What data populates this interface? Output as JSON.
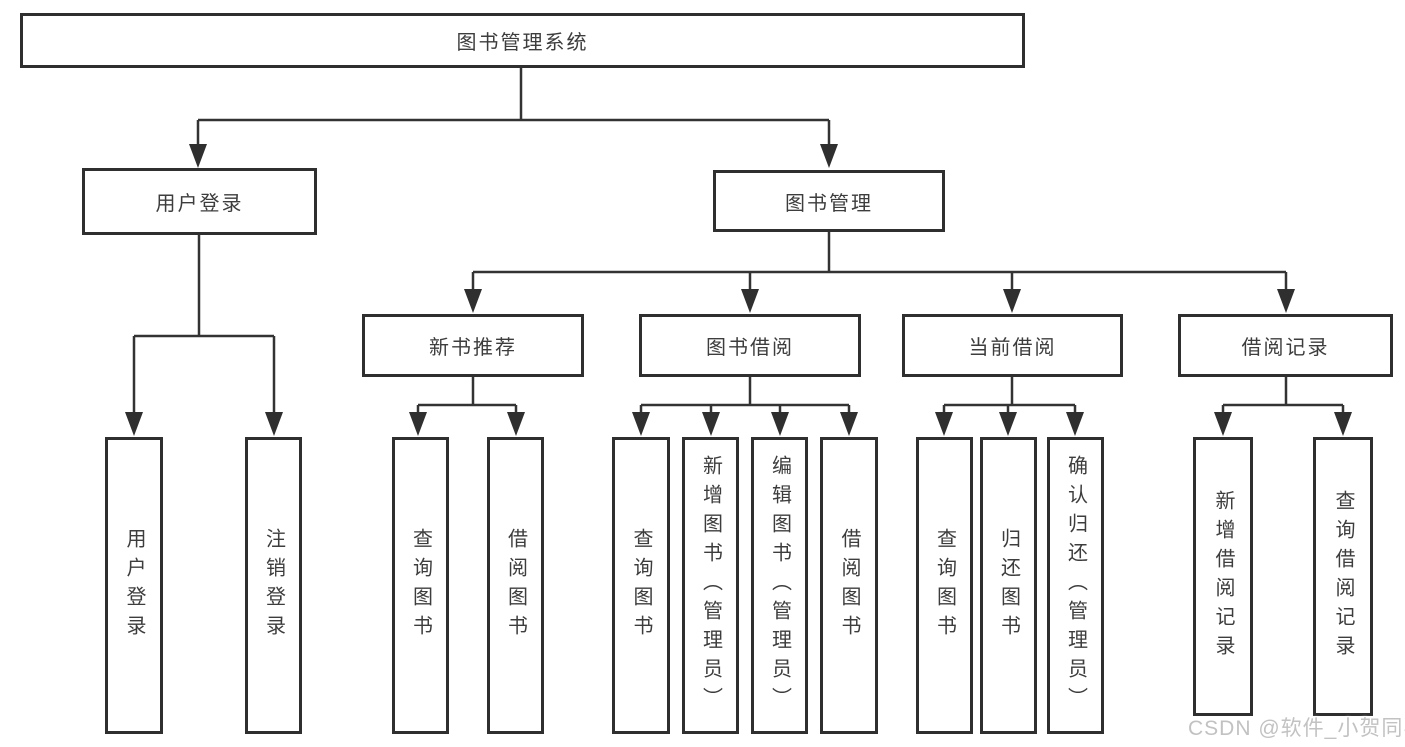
{
  "tree": {
    "label": "图书管理系统",
    "children": [
      {
        "label": "用户登录",
        "children": [
          {
            "label": "用户登录"
          },
          {
            "label": "注销登录"
          }
        ]
      },
      {
        "label": "图书管理",
        "children": [
          {
            "label": "新书推荐",
            "children": [
              {
                "label": "查询图书"
              },
              {
                "label": "借阅图书"
              }
            ]
          },
          {
            "label": "图书借阅",
            "children": [
              {
                "label": "查询图书"
              },
              {
                "label": "新增图书（管理员）"
              },
              {
                "label": "编辑图书（管理员）"
              },
              {
                "label": "借阅图书"
              }
            ]
          },
          {
            "label": "当前借阅",
            "children": [
              {
                "label": "查询图书"
              },
              {
                "label": "归还图书"
              },
              {
                "label": "确认归还（管理员）"
              }
            ]
          },
          {
            "label": "借阅记录",
            "children": [
              {
                "label": "新增借阅记录"
              },
              {
                "label": "查询借阅记录"
              }
            ]
          }
        ]
      }
    ]
  },
  "watermark": {
    "text": "CSDN @软件_小贺同学"
  },
  "colors": {
    "line": "#333333",
    "box_border": "#2f2f2f",
    "text": "#3d3d3d",
    "watermark": "#c2c2c2",
    "background": "#ffffff"
  }
}
